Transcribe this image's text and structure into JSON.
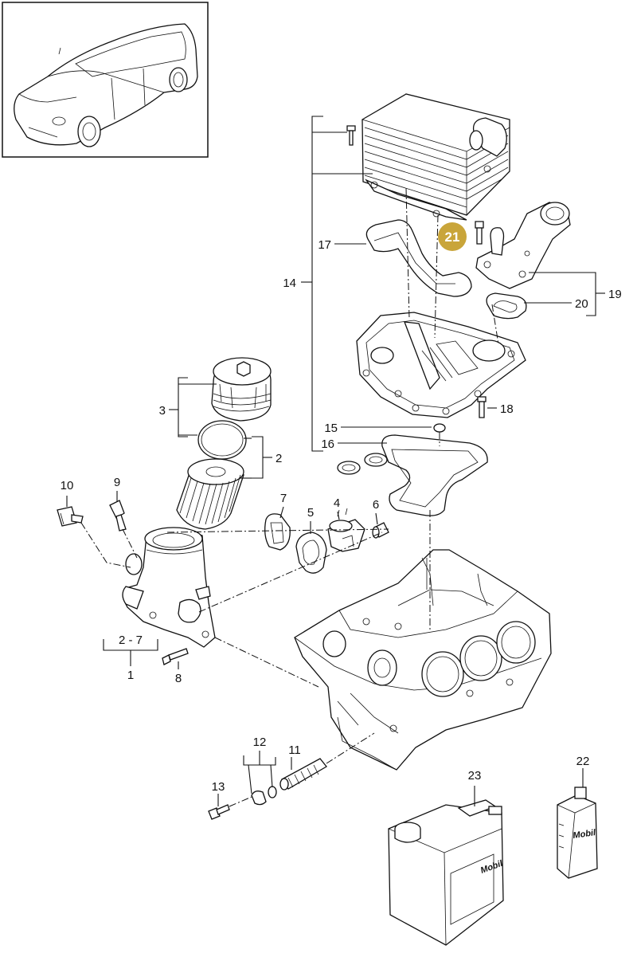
{
  "callouts": {
    "c1": "1",
    "c2": "2",
    "c2_7": "2 - 7",
    "c3": "3",
    "c4": "4",
    "c5": "5",
    "c6": "6",
    "c7": "7",
    "c8": "8",
    "c9": "9",
    "c10": "10",
    "c11": "11",
    "c12": "12",
    "c13": "13",
    "c14": "14",
    "c15": "15",
    "c16": "16",
    "c17": "17",
    "c18": "18",
    "c19": "19",
    "c20": "20",
    "c21": "21",
    "c22": "22",
    "c23": "23"
  },
  "highlight": {
    "part_number": "21",
    "color": "#c9a53a"
  },
  "containers": {
    "canister_brand": "Mobil",
    "bottle_brand": "Mobil"
  }
}
